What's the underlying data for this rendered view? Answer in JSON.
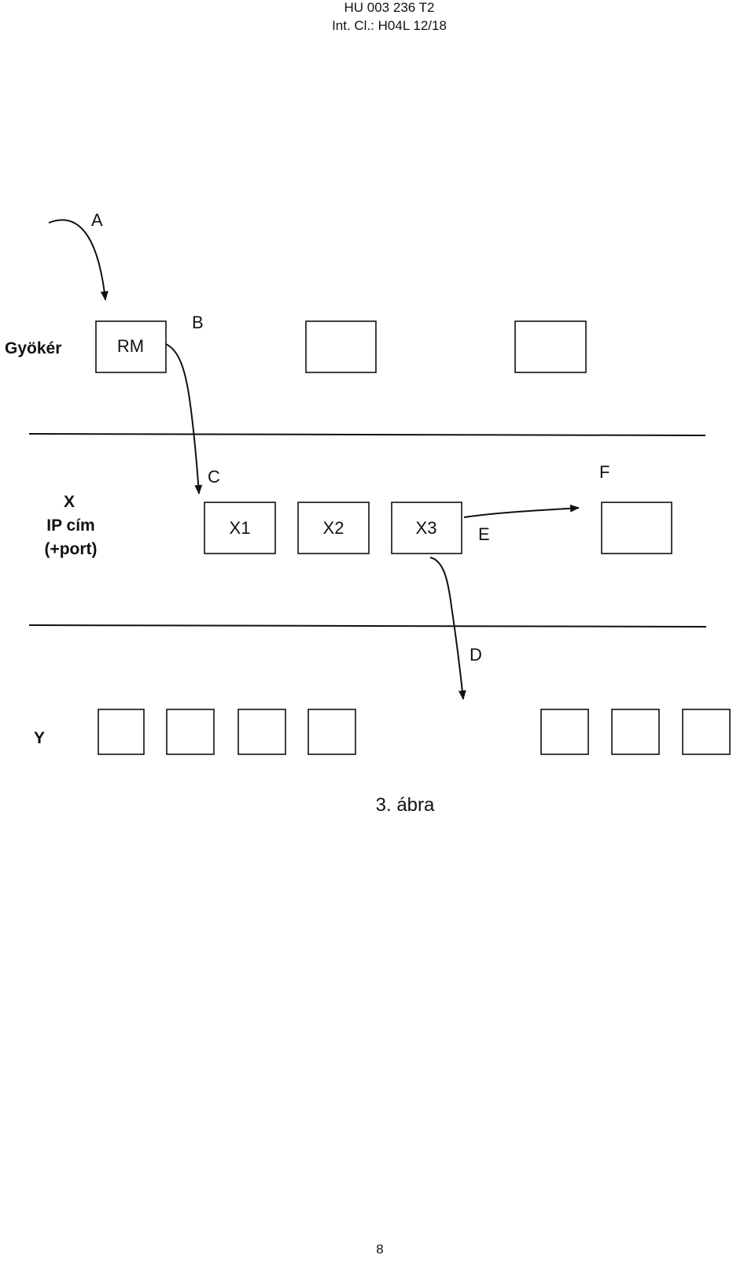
{
  "header": {
    "doc_number": "HU 003 236 T2",
    "classification": "Int. Cl.: H04L 12/18"
  },
  "diagram": {
    "labels": {
      "a": "A",
      "b": "B",
      "c": "C",
      "d": "D",
      "e": "E",
      "f": "F"
    },
    "levels": {
      "root": "Gyökér",
      "x_title": "X",
      "x_line2": "IP cím",
      "x_line3": "(+port)",
      "y_title": "Y"
    },
    "nodes": {
      "rm": "RM",
      "x1": "X1",
      "x2": "X2",
      "x3": "X3"
    }
  },
  "caption": "3. ábra",
  "page_number": "8"
}
